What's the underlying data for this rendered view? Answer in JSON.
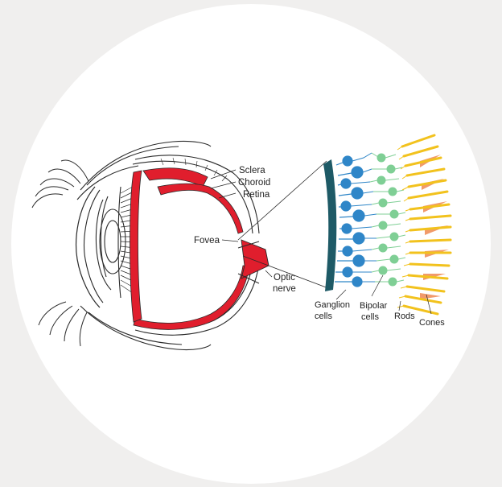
{
  "labels": {
    "sclera": "Sclera",
    "choroid": "Choroid",
    "retina": "Retina",
    "fovea": "Fovea",
    "optic_nerve_1": "Optic",
    "optic_nerve_2": "nerve",
    "ganglion_1": "Ganglion",
    "ganglion_2": "cells",
    "bipolar_1": "Bipolar",
    "bipolar_2": "cells",
    "rods": "Rods",
    "cones": "Cones"
  },
  "colors": {
    "background": "#f0efee",
    "circle": "#ffffff",
    "retina_red": "#e01e2d",
    "retina_band": "#1e5a66",
    "ganglion": "#2f86c8",
    "bipolar": "#7fcf95",
    "rods": "#f2c21d",
    "cones": "#f19a6b",
    "line": "#2a2a2a"
  }
}
